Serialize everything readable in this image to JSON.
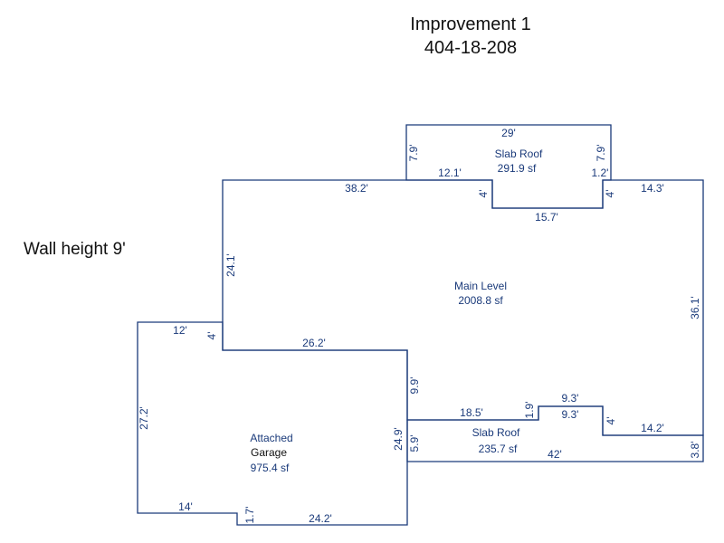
{
  "header": {
    "title": "Improvement 1",
    "parcel_id": "404-18-208"
  },
  "notes": {
    "wall_height": "Wall height 9'"
  },
  "areas": {
    "slab_roof_top": {
      "name": "Slab Roof",
      "area": "291.9 sf"
    },
    "main_level": {
      "name": "Main Level",
      "area": "2008.8 sf"
    },
    "garage": {
      "name_line1": "Attached",
      "name_line2": "Garage",
      "area": "975.4 sf"
    },
    "slab_roof_bottom": {
      "name": "Slab Roof",
      "area": "235.7 sf"
    }
  },
  "dimensions": {
    "top_slab_width": "29'",
    "top_slab_left": "7.9'",
    "top_slab_right": "7.9'",
    "top_slab_inner_left": "12.1'",
    "top_slab_inner_right": "1.2'",
    "main_top_left": "38.2'",
    "notch_left": "4'",
    "notch_bottom": "15.7'",
    "notch_right": "4'",
    "main_top_right": "14.3'",
    "main_left": "24.1'",
    "main_right": "36.1'",
    "garage_top": "12'",
    "garage_step": "4'",
    "main_bottom_left": "26.2'",
    "garage_right_upper": "9.9'",
    "garage_right": "24.9'",
    "slab_left": "5.9'",
    "slab_inner_top": "18.5'",
    "slab_step_small": "1.9'",
    "slab_step_top": "9.3'",
    "slab_step_bottom": "9.3'",
    "slab_step_right": "4'",
    "slab_right_top": "14.2'",
    "slab_right": "3.8'",
    "slab_bottom": "42'",
    "garage_left": "27.2'",
    "garage_bottom_left": "14'",
    "garage_notch": "1.7'",
    "garage_bottom_right": "24.2'"
  },
  "colors": {
    "outline": "#1a3a7a",
    "text": "#1a3a7a"
  }
}
